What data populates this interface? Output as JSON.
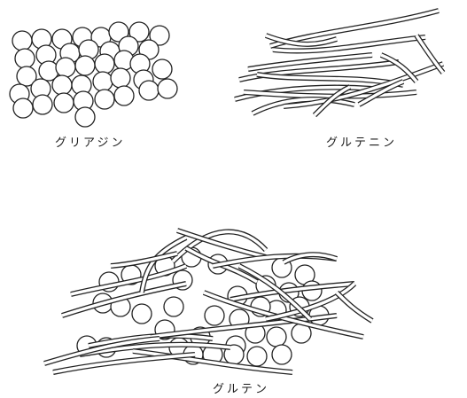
{
  "labels": {
    "gliadin": "グリアジン",
    "glutenin": "グルテニン",
    "gluten": "グルテン"
  },
  "colors": {
    "stroke": "#222222",
    "background": "#ffffff"
  }
}
